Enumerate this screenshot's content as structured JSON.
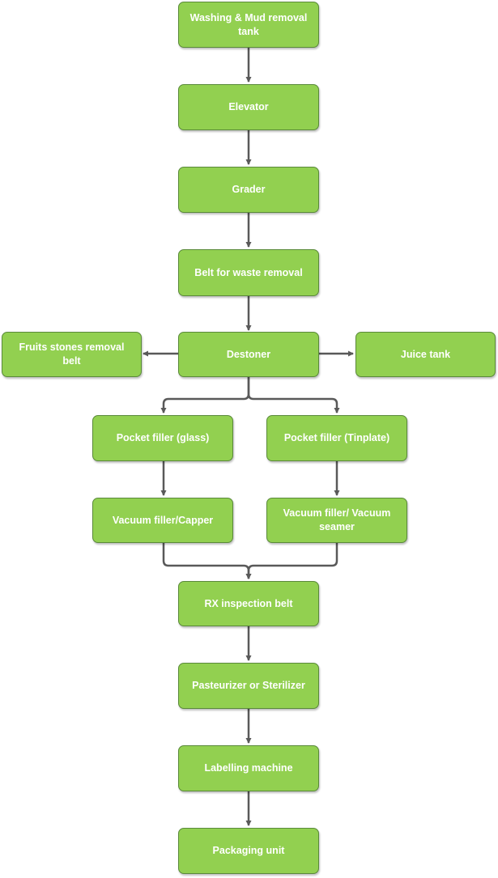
{
  "colors": {
    "node_fill": "#92d050",
    "node_border": "#5a8a3a",
    "node_text": "#ffffff",
    "connector": "#595959"
  },
  "nodes": {
    "washing": "Washing & Mud removal tank",
    "elevator": "Elevator",
    "grader": "Grader",
    "belt_waste": "Belt for waste removal",
    "destoner": "Destoner",
    "stones_belt": "Fruits stones removal belt",
    "juice_tank": "Juice tank",
    "pocket_glass": "Pocket filler (glass)",
    "pocket_tin": "Pocket filler (Tinplate)",
    "vacuum_capper": "Vacuum filler/Capper",
    "vacuum_seamer": "Vacuum filler/ Vacuum seamer",
    "rx_belt": "RX inspection belt",
    "pasteurizer": "Pasteurizer or Sterilizer",
    "labelling": "Labelling machine",
    "packaging": "Packaging unit"
  }
}
